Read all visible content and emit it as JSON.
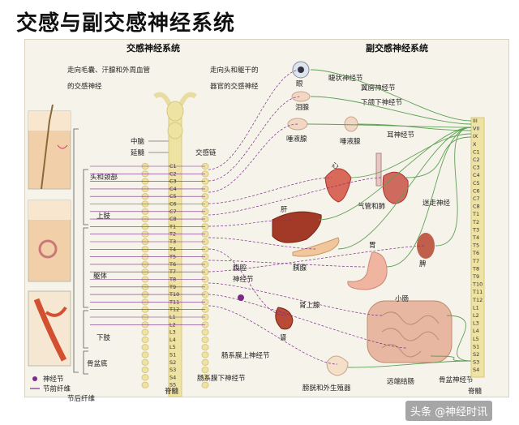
{
  "title": "交感与副交感神经系统",
  "sympathetic": {
    "header": "交感神经系统",
    "note_skin": "走向毛囊、汗腺和外周血管的交感神经",
    "note_skin_lines": [
      "走向毛囊、汗腺和外周血管",
      "的交感神经"
    ],
    "note_viscera": "走向头和躯干的器官的交感神经",
    "note_viscera_lines": [
      "走向头和躯干的",
      "器官的交感神经"
    ],
    "midbrain": "中脑",
    "medulla": "延髓",
    "chain": "交感链",
    "regions": [
      "头和颈部",
      "上肢",
      "躯体",
      "下肢",
      "骨盆底"
    ],
    "celiac": [
      "腹腔",
      "神经节"
    ],
    "sup_mesenteric": "肠系膜上神经节",
    "inf_mesenteric": "肠系膜下神经节",
    "spinal_cord": "脊髓"
  },
  "parasympathetic": {
    "header": "副交感神经系统",
    "ciliary": "睫状神经节",
    "pterygo": "翼腭神经节",
    "submandibular": "下颌下神经节",
    "otic": "耳神经节",
    "vagus": "迷走神经",
    "pelvic": "骨盆神经节",
    "spinal_cord": "脊髓"
  },
  "organs": {
    "eye": "眼",
    "lacrimal": "泪腺",
    "salivary1": "唾液腺",
    "salivary2": "唾液腺",
    "heart": "心",
    "lungs": "气管和肺",
    "liver": "肝",
    "pancreas": "胰腺",
    "stomach": "胃",
    "spleen": "脾",
    "adrenal": "肾上腺",
    "kidney": "肾",
    "small_intestine": "小肠",
    "distal_colon": "远端结肠",
    "bladder_genitals": "膀胱和外生殖器"
  },
  "segments": [
    "C1",
    "C2",
    "C3",
    "C4",
    "C5",
    "C6",
    "C7",
    "C8",
    "T1",
    "T2",
    "T3",
    "T4",
    "T5",
    "T6",
    "T7",
    "T8",
    "T9",
    "T10",
    "T11",
    "T12",
    "L1",
    "L2",
    "L3",
    "L4",
    "L5",
    "S1",
    "S2",
    "S3",
    "S4",
    "S5"
  ],
  "cranial_nerves": [
    "III",
    "VII",
    "IX",
    "X"
  ],
  "legend": [
    {
      "label": "神经节",
      "style": "dot"
    },
    {
      "label": "节前纤维",
      "style": "solid"
    },
    {
      "label": "节后纤维",
      "style": "dashed"
    }
  ],
  "watermark": "头条 @神经时讯",
  "colors": {
    "sympathetic": "#7a2b8a",
    "parasympathetic": "#5fa055",
    "spine": "#efe3a4",
    "organ": "#c9463a"
  }
}
